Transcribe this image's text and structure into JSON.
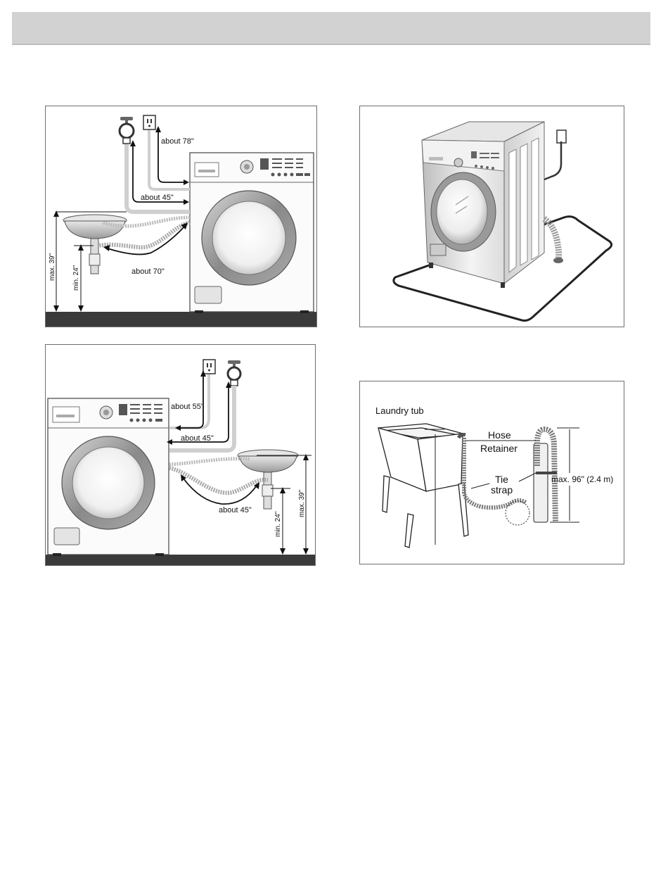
{
  "figure_top_left": {
    "label_about_78": "about 78\"",
    "label_about_45": "about 45\"",
    "label_about_70": "about 70\"",
    "label_max_39": "max. 39\"",
    "label_min_24": "min. 24\""
  },
  "figure_bottom_left": {
    "label_about_55": "about 55\"",
    "label_about_45_top": "about 45\"",
    "label_about_45_bottom": "about 45\"",
    "label_max_39": "max. 39\"",
    "label_min_24": "min. 24\""
  },
  "figure_bottom_right": {
    "label_laundry_tub": "Laundry tub",
    "label_hose": "Hose",
    "label_retainer": "Retainer",
    "label_tie": "Tie",
    "label_strap": "strap",
    "label_max_96": "max. 96\" (2.4 m)"
  },
  "colors": {
    "header_band": "#d2d2d2",
    "floor": "#3a3a3a",
    "panel_border": "#6e6e6e"
  }
}
